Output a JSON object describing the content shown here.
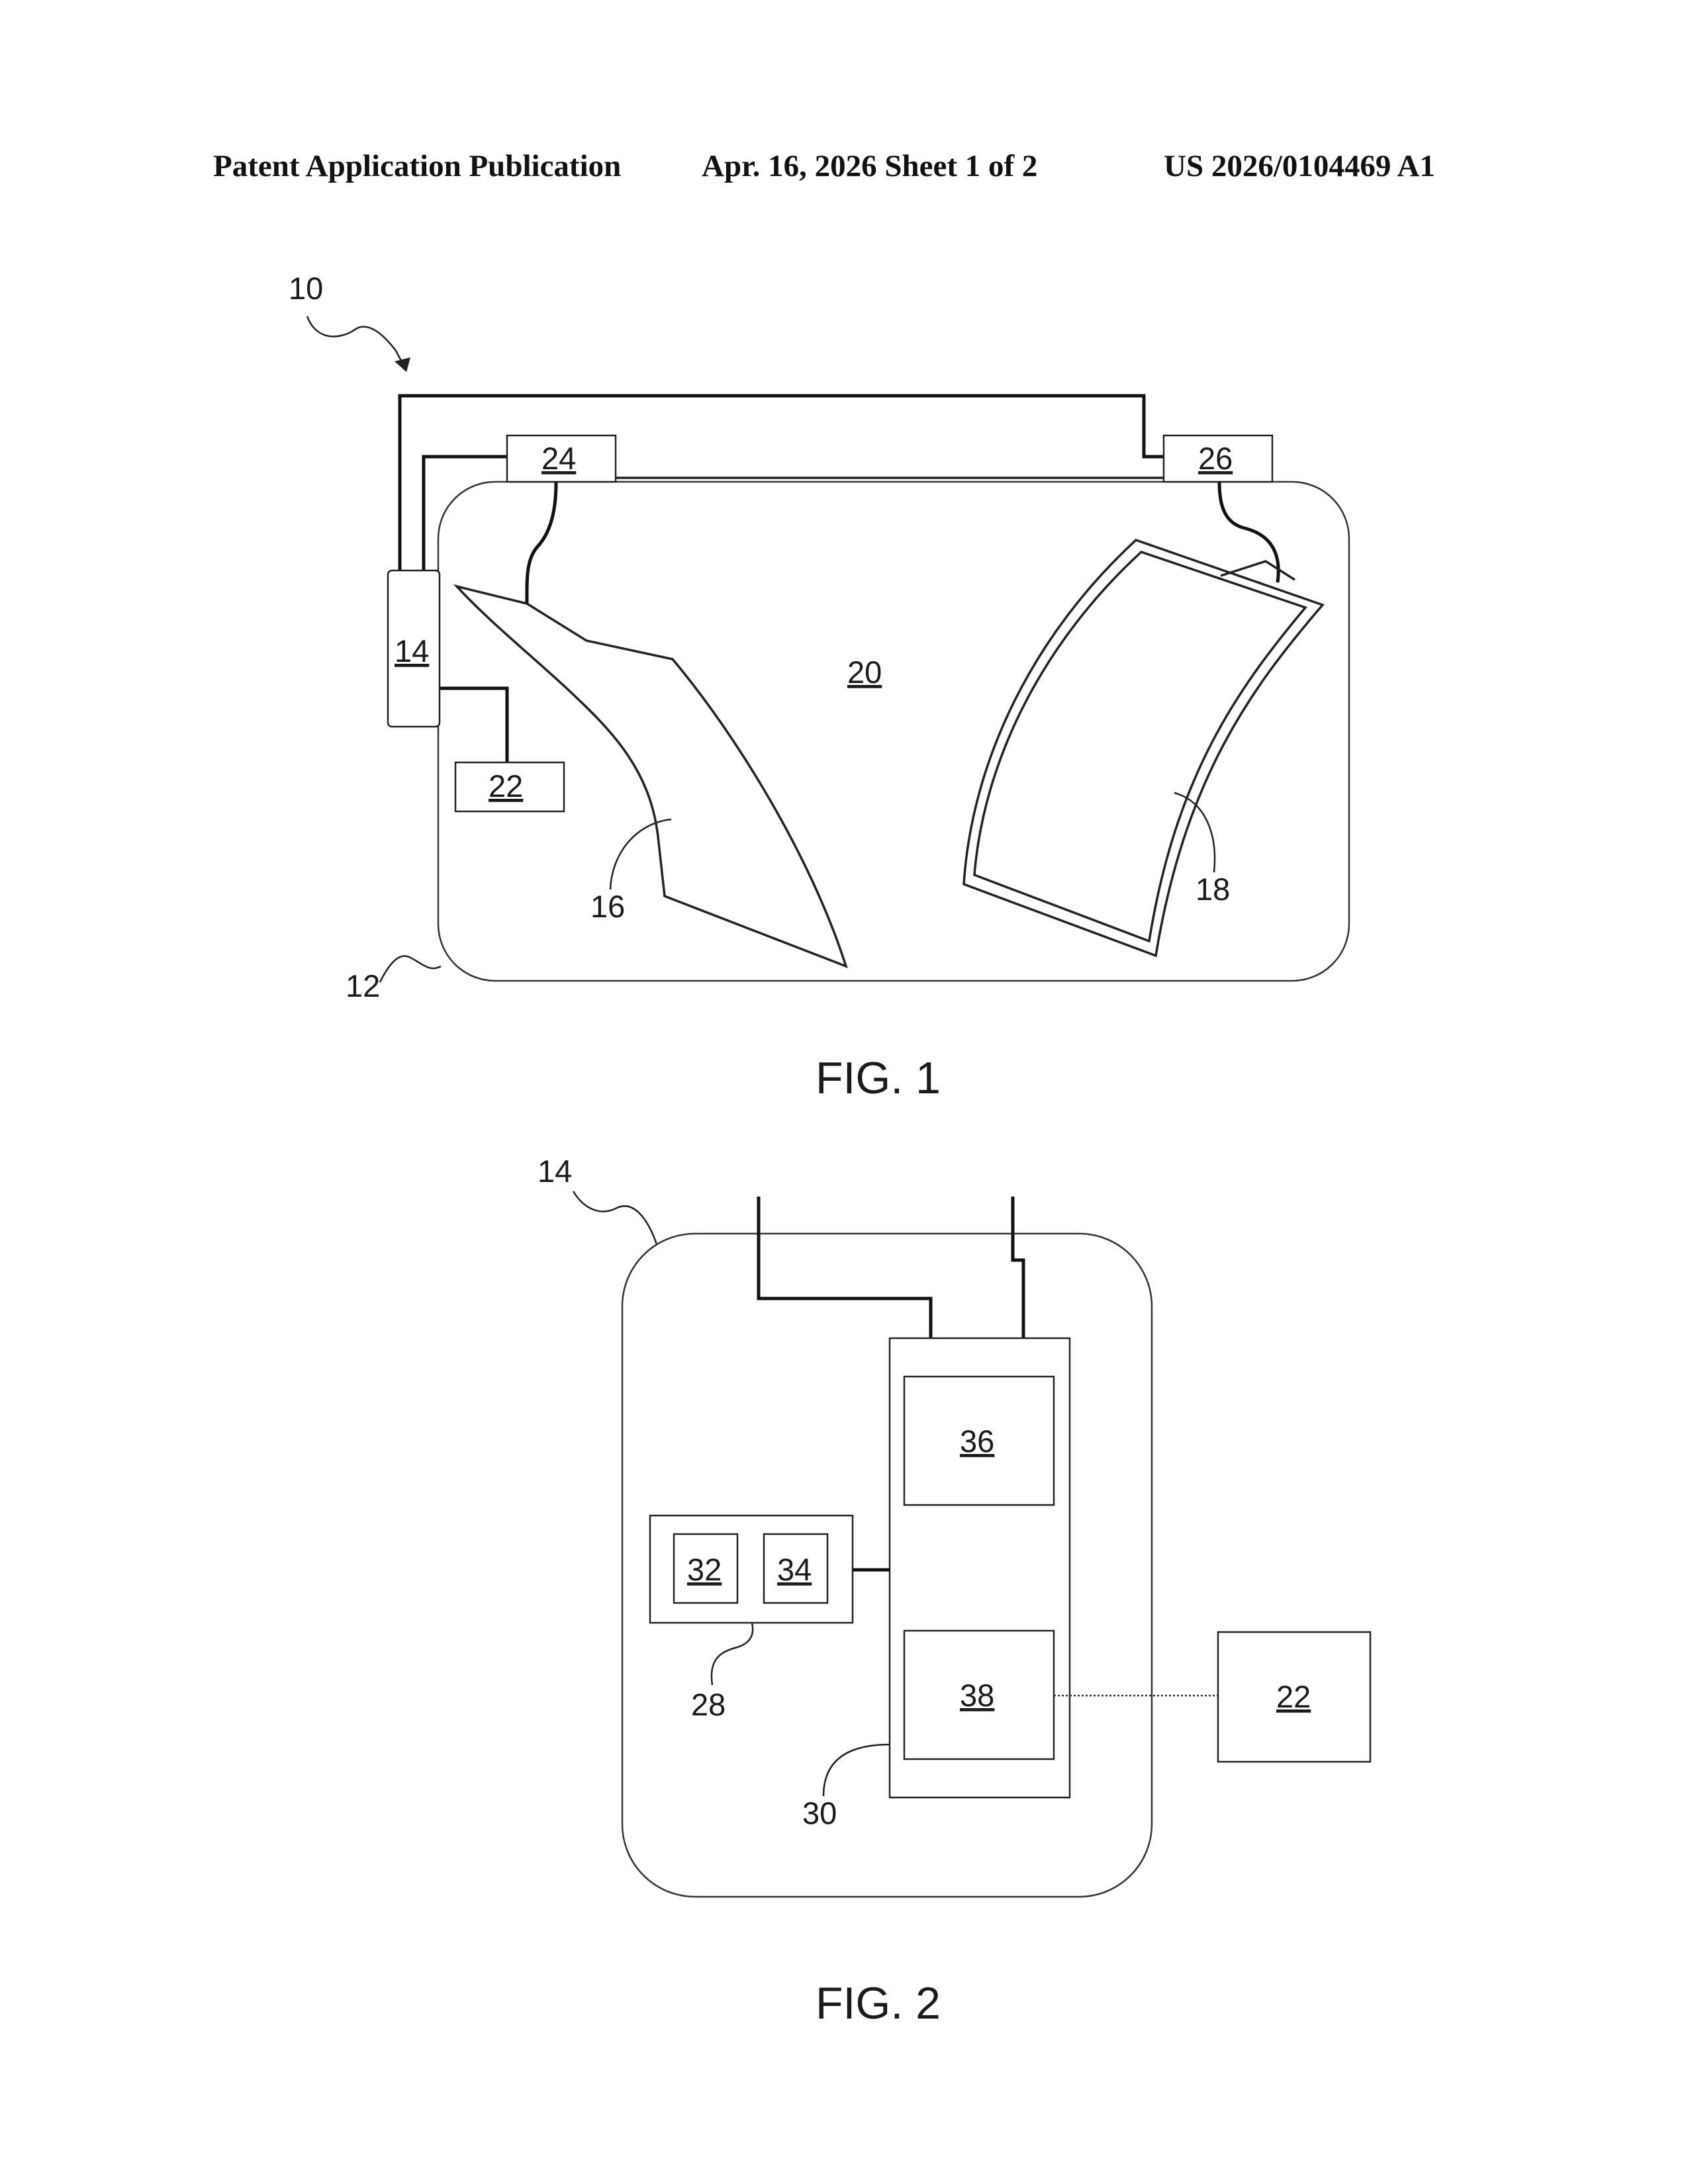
{
  "header": {
    "left": "Patent Application Publication",
    "center": "Apr. 16, 2026  Sheet 1 of 2",
    "right": "US 2026/0104469 A1"
  },
  "fig1": {
    "caption": "FIG. 1",
    "refs": {
      "r10": "10",
      "r12": "12",
      "r14": "14",
      "r16": "16",
      "r18": "18",
      "r20": "20",
      "r22": "22",
      "r24": "24",
      "r26": "26"
    }
  },
  "fig2": {
    "caption": "FIG. 2",
    "refs": {
      "r14": "14",
      "r22": "22",
      "r28": "28",
      "r30": "30",
      "r32": "32",
      "r34": "34",
      "r36": "36",
      "r38": "38"
    }
  }
}
